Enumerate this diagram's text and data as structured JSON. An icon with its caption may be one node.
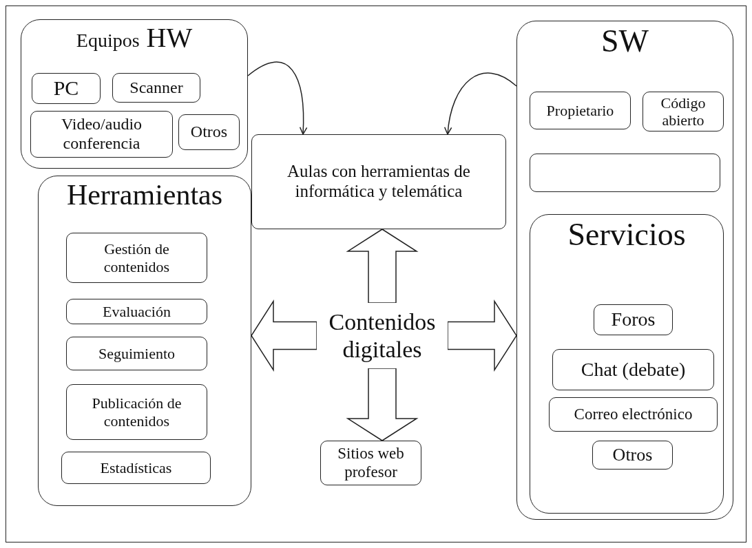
{
  "diagram": {
    "nodes": [
      {
        "text": [
          "Equipos",
          "HW"
        ]
      },
      {
        "text": [
          "PC"
        ],
        "in": 0
      },
      {
        "text": [
          "Scanner"
        ],
        "in": 0
      },
      {
        "text": [
          "Video/audio conferencia"
        ],
        "in": 0
      },
      {
        "text": [
          "Otros"
        ],
        "in": 0
      },
      {
        "text": [
          "SW"
        ]
      },
      {
        "text": [
          "Propietario"
        ],
        "in": 5
      },
      {
        "text": [
          "Código abierto"
        ],
        "in": 5
      },
      {
        "text": [],
        "shape": "box",
        "in": 5
      },
      {
        "text": [
          "Servicios"
        ],
        "in": 5
      },
      {
        "text": [
          "Foros"
        ],
        "in": 9
      },
      {
        "text": [
          "Chat (debate)"
        ],
        "in": 9
      },
      {
        "text": [
          "Correo electrónico"
        ],
        "in": 9
      },
      {
        "text": [
          "Otros"
        ],
        "in": 9
      },
      {
        "text": [
          "Aulas con herramientas de informática y telemática"
        ]
      },
      {
        "text": [
          "Herramientas"
        ]
      },
      {
        "text": [
          "Gestión de contenidos"
        ],
        "in": 15
      },
      {
        "text": [
          "Evaluación"
        ],
        "in": 15
      },
      {
        "text": [
          "Seguimiento"
        ],
        "in": 15
      },
      {
        "text": [
          "Publicación de contenidos"
        ],
        "in": 15
      },
      {
        "text": [
          "Estadísticas"
        ],
        "in": 15
      },
      {
        "text": [
          "Contenidos digitales"
        ]
      },
      {
        "text": [
          "Sitios web profesor"
        ]
      }
    ],
    "edges": [
      {
        "from": 0,
        "to": 14,
        "arrow": "to"
      },
      {
        "from": 5,
        "to": 14,
        "arrow": "to"
      },
      {
        "from": 21,
        "to": 14,
        "arrow": "to"
      },
      {
        "from": 21,
        "to": 15,
        "arrow": "to"
      },
      {
        "from": 21,
        "to": 5,
        "arrow": "to"
      },
      {
        "from": 21,
        "to": 22,
        "arrow": "to"
      }
    ]
  }
}
